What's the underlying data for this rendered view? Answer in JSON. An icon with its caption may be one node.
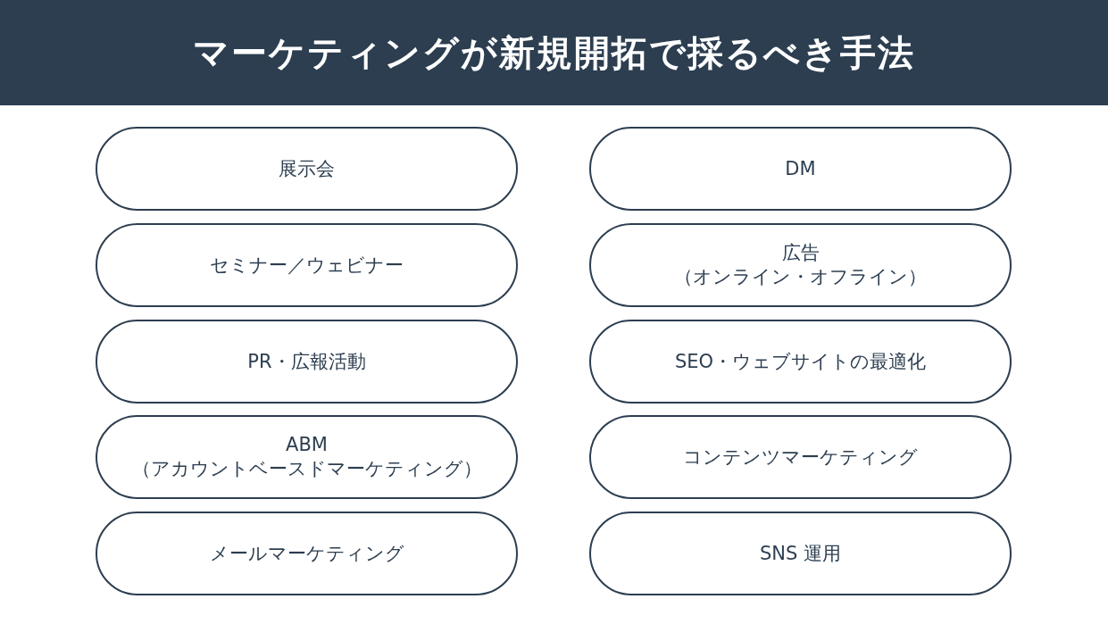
{
  "diagram": {
    "title": "マーケティングが新規開拓で採るべき手法",
    "nodes": [
      {
        "text": [
          "展示会"
        ]
      },
      {
        "text": [
          "DM"
        ]
      },
      {
        "text": [
          "セミナー／ウェビナー"
        ]
      },
      {
        "text": [
          "広告（オンライン・オフライン）"
        ]
      },
      {
        "text": [
          "PR・広報活動"
        ]
      },
      {
        "text": [
          "SEO・ウェブサイトの最適化"
        ]
      },
      {
        "text": [
          "ABM（アカウントベースドマーケティング）"
        ]
      },
      {
        "text": [
          "コンテンツマーケティング"
        ]
      },
      {
        "text": [
          "メールマーケティング"
        ]
      },
      {
        "text": [
          "SNS 運用"
        ]
      }
    ],
    "edges": []
  }
}
